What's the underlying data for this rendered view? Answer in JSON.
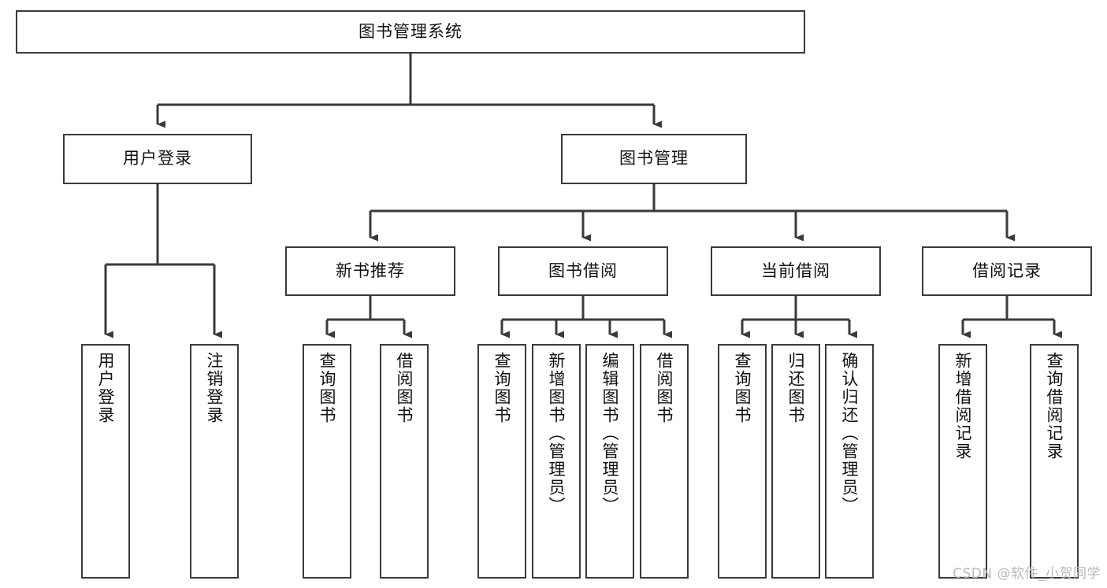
{
  "diagram": {
    "title": "图书管理系统",
    "watermark": "CSDN @软件_小贺同学",
    "colors": {
      "box_border": "#3a3a3a",
      "connector": "#3a3a3a",
      "background": "#ffffff",
      "text": "#111111",
      "watermark": "#b9b9b9"
    },
    "root": {
      "label": "图书管理系统"
    },
    "level2": [
      {
        "label": "用户登录"
      },
      {
        "label": "图书管理"
      }
    ],
    "level3": [
      {
        "label": "新书推荐"
      },
      {
        "label": "图书借阅"
      },
      {
        "label": "当前借阅"
      },
      {
        "label": "借阅记录"
      }
    ],
    "leaves": {
      "user_login": [
        {
          "label": "用户登录"
        },
        {
          "label": "注销登录"
        }
      ],
      "new_book": [
        {
          "label": "查询图书"
        },
        {
          "label": "借阅图书"
        }
      ],
      "book_borrow": [
        {
          "label": "查询图书"
        },
        {
          "label": "新增图书（管理员）"
        },
        {
          "label": "编辑图书（管理员）"
        },
        {
          "label": "借阅图书"
        }
      ],
      "current_borrow": [
        {
          "label": "查询图书"
        },
        {
          "label": "归还图书"
        },
        {
          "label": "确认归还（管理员）"
        }
      ],
      "borrow_record": [
        {
          "label": "新增借阅记录"
        },
        {
          "label": "查询借阅记录"
        }
      ]
    }
  }
}
